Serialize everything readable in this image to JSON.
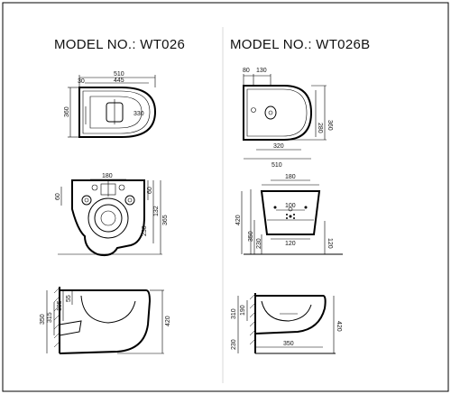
{
  "titles": {
    "left": "MODEL NO.: WT026",
    "right": "MODEL NO.: WT026B"
  },
  "wt026": {
    "top": {
      "w1": "510",
      "w2": "445",
      "h1": "360",
      "h2": "330",
      "small": "30"
    },
    "front": {
      "top": "180",
      "left": "60",
      "r1": "60",
      "r2": "132",
      "r3": "365",
      "bot": "230"
    },
    "side": {
      "a": "350",
      "b": "315",
      "c": "135",
      "d": "55",
      "e": "420"
    }
  },
  "wt026b": {
    "top": {
      "a": "80",
      "b": "130",
      "w1": "320",
      "w2": "510",
      "h1": "280",
      "h2": "360"
    },
    "front": {
      "top": "180",
      "mid": "100",
      "bot": "120",
      "l1": "420",
      "l2": "350",
      "l3": "230",
      "r": "120"
    },
    "side": {
      "a": "310",
      "b": "190",
      "c": "230",
      "d": "350",
      "e": "420"
    }
  }
}
